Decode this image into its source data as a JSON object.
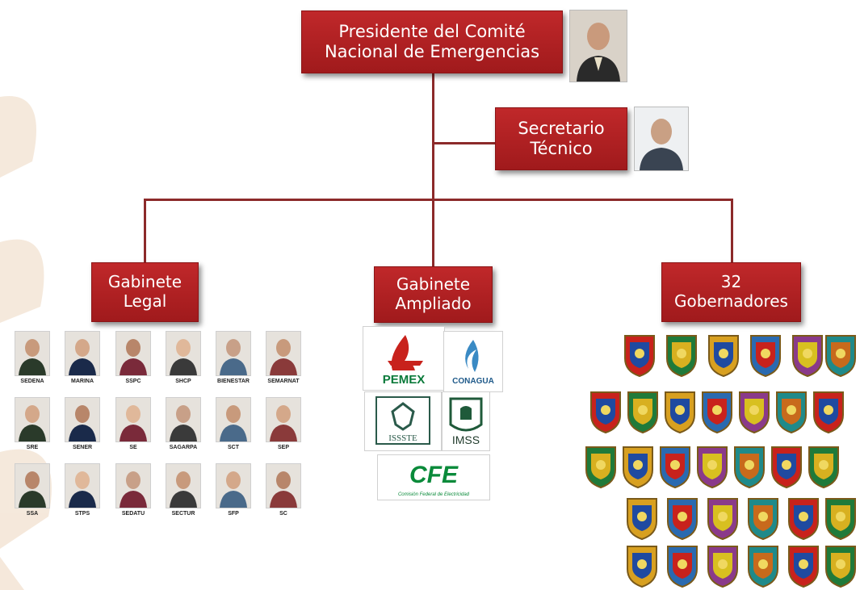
{
  "president": {
    "line1": "Presidente del Comité",
    "line2": "Nacional de Emergencias"
  },
  "secretary": {
    "line1": "Secretario",
    "line2": "Técnico"
  },
  "groups": {
    "legal": {
      "line1": "Gabinete",
      "line2": "Legal"
    },
    "ampliado": {
      "line1": "Gabinete",
      "line2": "Ampliado"
    },
    "gobernadores": {
      "line1": "32",
      "line2": "Gobernadores"
    }
  },
  "legal_members": [
    "SEDENA",
    "MARINA",
    "SSPC",
    "SHCP",
    "BIENESTAR",
    "SEMARNAT",
    "SRE",
    "SENER",
    "SE",
    "SAGARPA",
    "SCT",
    "SEP",
    "SSA",
    "STPS",
    "SEDATU",
    "SECTUR",
    "SFP",
    "SC"
  ],
  "ampliado_logos": {
    "pemex": "PEMEX",
    "conagua": "CONAGUA",
    "issste": "ISSSTE",
    "imss": "IMSS",
    "cfe": "CFE",
    "cfe_sub": "Comisión Federal de Electricidad"
  },
  "colors": {
    "box_red": "#b82224",
    "connector": "#8c2a2a"
  }
}
